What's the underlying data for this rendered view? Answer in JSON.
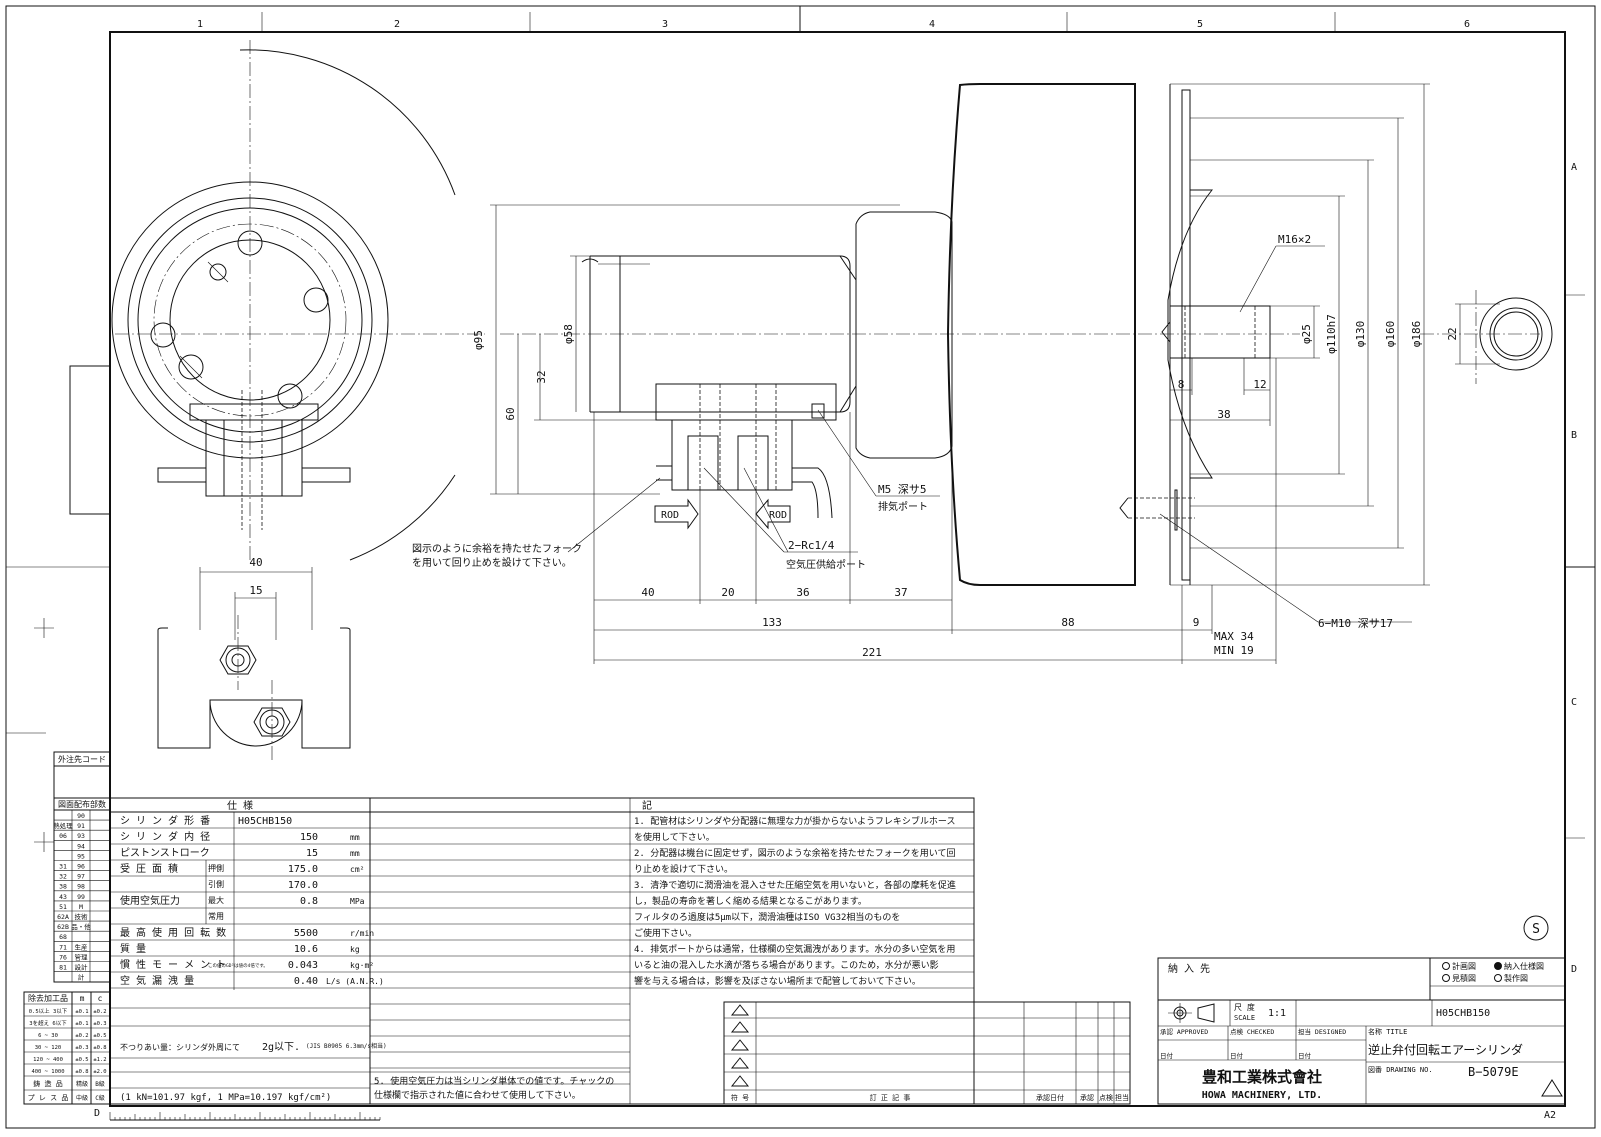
{
  "grid": {
    "columns": [
      "1",
      "2",
      "3",
      "4",
      "5",
      "6"
    ],
    "rows": [
      "A",
      "B",
      "C",
      "D"
    ],
    "bottom_row": "D"
  },
  "dimensions": {
    "left_d40": "40",
    "left_d15": "15",
    "phi95": "φ95",
    "phi58": "φ58",
    "d32": "32",
    "d60": "60",
    "phi25": "φ25",
    "phi110h7": "φ110h7",
    "phi130": "φ130",
    "phi160": "φ160",
    "phi186": "φ186",
    "d22": "22",
    "d8": "8",
    "d12": "12",
    "d38": "38",
    "d40b": "40",
    "d20": "20",
    "d36": "36",
    "d37": "37",
    "d133": "133",
    "d88": "88",
    "d9": "9",
    "d221": "221",
    "max34": "MAX 34",
    "min19": "MIN 19"
  },
  "callouts": {
    "m16": "M16×2",
    "m5": "M5 深サ5",
    "exhaust_port": "排気ポート",
    "rc": "2−Rc1/4",
    "air_supply": "空気圧供給ポート",
    "m10": "6−M10 深サ17",
    "fork_note_1": "図示のように余裕を持たせたフォーク",
    "fork_note_2": "を用いて回り止めを設けて下さい。",
    "rod": "ROD"
  },
  "code_panel": {
    "title": "外注先コード",
    "distribution_title": "図面配布部数",
    "rows": [
      [
        "",
        "90",
        ""
      ],
      [
        "熱処理",
        "91",
        ""
      ],
      [
        "06",
        "93",
        ""
      ],
      [
        "",
        "94",
        ""
      ],
      [
        "",
        "95",
        ""
      ],
      [
        "31",
        "96",
        ""
      ],
      [
        "32",
        "97",
        ""
      ],
      [
        "38",
        "98",
        ""
      ],
      [
        "43",
        "99",
        ""
      ],
      [
        "51",
        "M",
        ""
      ],
      [
        "62A",
        "技術",
        ""
      ],
      [
        "62B",
        "品・他",
        ""
      ],
      [
        "68",
        "",
        ""
      ],
      [
        "71",
        "生産",
        ""
      ],
      [
        "76",
        "管理",
        ""
      ],
      [
        "81",
        "設計",
        ""
      ],
      [
        "",
        "計",
        ""
      ]
    ]
  },
  "tolerance_table": {
    "title": "除去加工品",
    "cols": [
      "m",
      "c"
    ],
    "rows": [
      [
        "0.5以上 3以下",
        "±0.1",
        "±0.2"
      ],
      [
        "3を超え 6以下",
        "±0.1",
        "±0.3"
      ],
      [
        "6 ~ 30",
        "±0.2",
        "±0.5"
      ],
      [
        "30 ~ 120",
        "±0.3",
        "±0.8"
      ],
      [
        "120 ~ 400",
        "±0.5",
        "±1.2"
      ],
      [
        "400 ~ 1000",
        "±0.8",
        "±2.0"
      ]
    ],
    "footer": "プ レ ス 品",
    "footer2": "鋳 造 品",
    "footer_cols": [
      "精級",
      "B級",
      "中級",
      "C級"
    ]
  },
  "spec": {
    "title": "仕 様",
    "rows": [
      {
        "label": "シ リ ン ダ 形 番",
        "value": "H05CHB150",
        "unit": ""
      },
      {
        "label": "シ リ ン ダ 内 径",
        "value": "150",
        "unit": "mm"
      },
      {
        "label": "ピストンストローク",
        "value": "15",
        "unit": "mm"
      },
      {
        "label": "受 圧 面 積",
        "sub": "押側",
        "value": "175.0",
        "unit": "cm²"
      },
      {
        "label": "",
        "sub": "引側",
        "value": "170.0",
        "unit": ""
      },
      {
        "label": "使用空気圧力",
        "sub": "最大",
        "value": "0.8",
        "unit": "MPa"
      },
      {
        "label": "",
        "sub": "常用",
        "value": "",
        "unit": ""
      },
      {
        "label": "最 高 使 用 回 転 数",
        "value": "5500",
        "unit": "r/min"
      },
      {
        "label": "質 量",
        "value": "10.6",
        "unit": "kg"
      },
      {
        "label": "慣 性 モ ー メ ン ト",
        "sub": "この値のGD²は値の4倍です。",
        "value": "0.043",
        "unit": "kg·m²"
      },
      {
        "label": "空 気 漏 洩 量",
        "value": "0.40",
        "unit": "L/s (A.N.R.)"
      }
    ],
    "unbalance": "不つりあい量：シリンダ外周にて",
    "unbalance_value": "2g以下.",
    "unbalance_std": "(JIS B0905 6.3mm/s相当)",
    "conversion": "(1 kN=101.97 kgf, 1 MPa=10.197 kgf/cm²)"
  },
  "notes": {
    "title": "記",
    "lines": [
      "1. 配管材はシリンダや分配器に無理な力が掛からないようフレキシブルホース",
      "   を使用して下さい。",
      "2. 分配器は機台に固定せず，図示のような余裕を持たせたフォークを用いて回",
      "   り止めを設けて下さい。",
      "3. 清浄で適切に潤滑油を混入させた圧縮空気を用いないと，各部の摩耗を促進",
      "   し，製品の寿命を著しく縮める結果となるこがあります。",
      "   フィルタのろ過度は5μm以下，潤滑油種はISO VG32相当のものを",
      "   ご使用下さい。",
      "4. 排気ポートからは通常，仕様欄の空気漏洩があります。水分の多い空気を用",
      "   いると油の混入した水滴が落ちる場合があります。このため，水分が悪い影",
      "   響を与える場合は，影響を及ぼさない場所まで配管しておいて下さい。"
    ],
    "note5_a": "5. 使用空気圧力は当シリンダ単体での値です。チャックの",
    "note5_b": "   仕様欄で指示された値に合わせて使用して下さい。"
  },
  "revision": {
    "symbol_col": "符 号",
    "content_col": "訂 正 記 事",
    "date_col": "承認日付",
    "approve_col": "承認",
    "check_col": "点検",
    "person_col": "担当"
  },
  "title_block": {
    "delivery": "納 入 先",
    "checkboxes": [
      {
        "label": "計画図",
        "checked": false
      },
      {
        "label": "納入仕様図",
        "checked": true
      },
      {
        "label": "見積図",
        "checked": false
      },
      {
        "label": "製作図",
        "checked": false
      }
    ],
    "scale_label": "尺 度",
    "scale_en": "SCALE",
    "scale_value": "1:1",
    "part_no": "H05CHB150",
    "approved": "承認 APPROVED",
    "checked": "点検 CHECKED",
    "designed": "担当 DESIGNED",
    "date": "日付",
    "title_label": "名称 TITLE",
    "title": "逆止弁付回転エアーシリンダ",
    "drawing_no_label": "図番 DRAWING NO.",
    "drawing_no": "B−5079E",
    "company_jp": "豊和工業株式會社",
    "company_en": "HOWA MACHINERY, LTD.",
    "sheet": "A2",
    "s_mark": "S"
  }
}
